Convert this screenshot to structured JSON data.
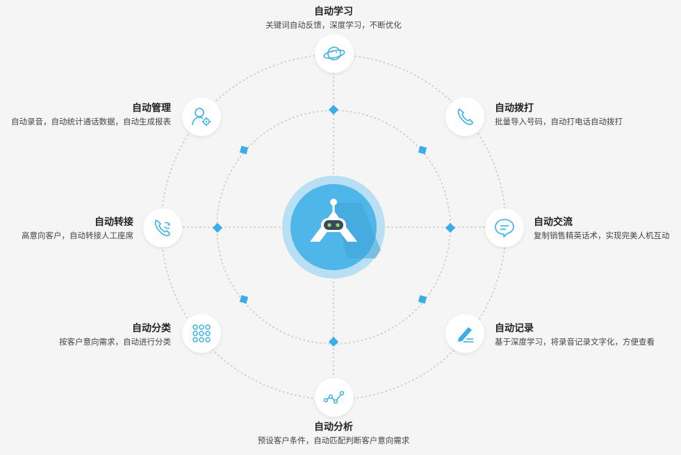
{
  "colors": {
    "accent": "#3aaee8",
    "dots": "#c8c8c8",
    "ring": "#b8dff4",
    "robot_bg": "#5bbbea"
  },
  "center": {
    "icon": "robot-icon"
  },
  "features": [
    {
      "id": "learn",
      "title": "自动学习",
      "desc": "关键词自动反馈，深度学习，不断优化",
      "icon": "planet-icon"
    },
    {
      "id": "dial",
      "title": "自动拨打",
      "desc": "批量导入号码，自动打电话自动拨打",
      "icon": "phone-icon"
    },
    {
      "id": "chat",
      "title": "自动交流",
      "desc": "复制销售精英话术，实现完美人机互动",
      "icon": "chat-bubble-icon"
    },
    {
      "id": "record",
      "title": "自动记录",
      "desc": "基于深度学习，将录音记录文字化，方便查看",
      "icon": "pencil-icon"
    },
    {
      "id": "analyze",
      "title": "自动分析",
      "desc": "预设客户条件，自动匹配判断客户意向需求",
      "icon": "line-graph-icon"
    },
    {
      "id": "classify",
      "title": "自动分类",
      "desc": "按客户意向需求，自动进行分类",
      "icon": "grid-dots-icon"
    },
    {
      "id": "transfer",
      "title": "自动转接",
      "desc": "高意向客户，自动转接人工座席",
      "icon": "phone-transfer-icon"
    },
    {
      "id": "manage",
      "title": "自动管理",
      "desc": "自动录音，自动统计通话数据，自动生成报表",
      "icon": "user-settings-icon"
    }
  ]
}
